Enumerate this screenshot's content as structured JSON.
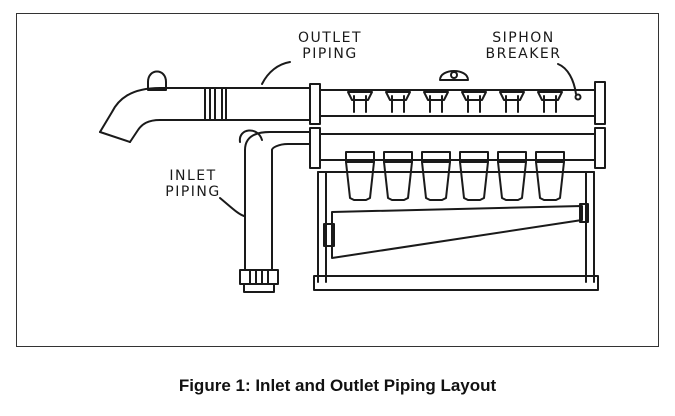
{
  "figure": {
    "labels": {
      "outlet": [
        "OUTLET",
        "PIPING"
      ],
      "siphon": [
        "SIPHON",
        "BREAKER"
      ],
      "inlet": [
        "INLET",
        "PIPING"
      ]
    },
    "caption": "Figure 1: Inlet and Outlet Piping Layout"
  }
}
